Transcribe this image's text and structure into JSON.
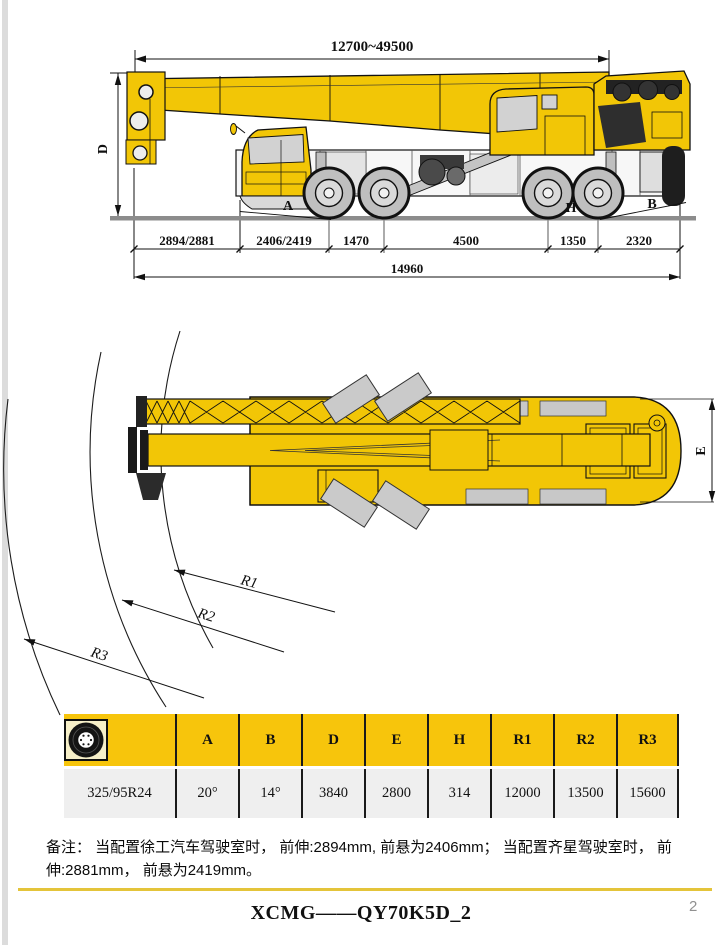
{
  "side_view": {
    "boom_range": "12700~49500",
    "height_label": "D",
    "segment_dims": [
      "2894/2881",
      "2406/2419",
      "1470",
      "4500",
      "1350",
      "2320"
    ],
    "total_length": "14960",
    "point_labels": {
      "a": "A",
      "h": "H",
      "b": "B"
    }
  },
  "top_view": {
    "width_label": "E",
    "radius_labels": [
      "R1",
      "R2",
      "R3"
    ]
  },
  "spec_table": {
    "tire_icon": "tire-icon",
    "tire_size": "325/95R24",
    "columns": [
      "A",
      "B",
      "D",
      "E",
      "H",
      "R1",
      "R2",
      "R3"
    ],
    "values": [
      "20°",
      "14°",
      "3840",
      "2800",
      "314",
      "12000",
      "13500",
      "15600"
    ]
  },
  "note": {
    "text": "备注： 当配置徐工汽车驾驶室时， 前伸:2894mm, 前悬为2406mm； 当配置齐星驾驶室时， 前伸:2881mm， 前悬为2419mm。"
  },
  "footer": {
    "title": "XCMG——QY70K5D_2",
    "page_number": "2"
  },
  "colors": {
    "crane_yellow": "#F2C606",
    "table_header_yellow": "#F7C50C",
    "table_row_bg": "#EFEFEF",
    "footer_rule_yellow": "#E4C43A",
    "outline_black": "#1a1a1a",
    "part_gray": "#C9C9C9"
  }
}
